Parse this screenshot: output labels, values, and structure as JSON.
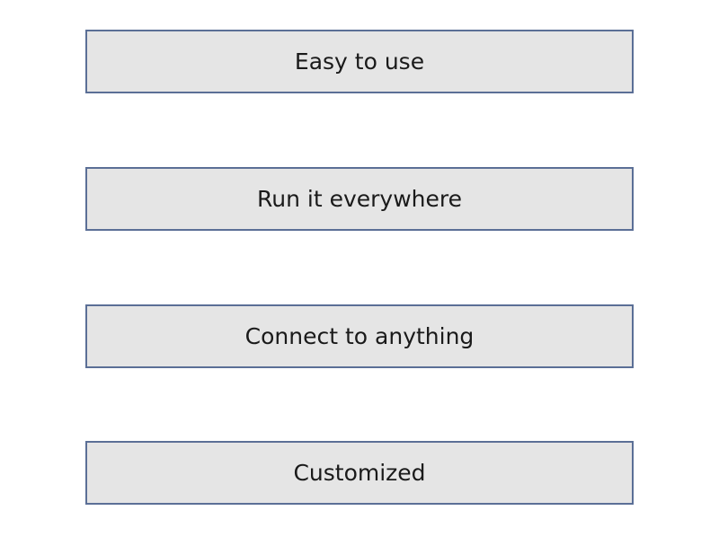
{
  "boxes": [
    {
      "label": "Easy to use"
    },
    {
      "label": "Run it everywhere"
    },
    {
      "label": "Connect to anything"
    },
    {
      "label": "Customized"
    }
  ],
  "colors": {
    "box_fill": "#e5e5e5",
    "box_border": "#5b6f96",
    "text": "#1a1a1a",
    "background": "#ffffff"
  }
}
